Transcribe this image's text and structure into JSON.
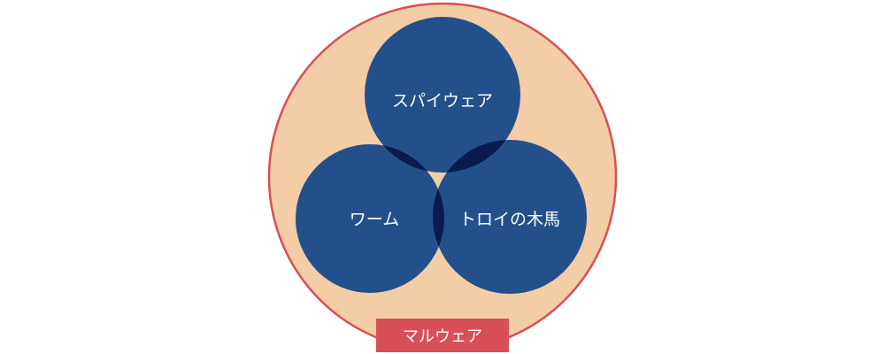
{
  "diagram": {
    "outer": {
      "label": "マルウェア",
      "fill": "#f2cda5",
      "stroke": "#d94f57",
      "label_bg": "#d94f57"
    },
    "sets": [
      {
        "id": "spyware",
        "label": "スパイウェア"
      },
      {
        "id": "worm",
        "label": "ワーム"
      },
      {
        "id": "trojan",
        "label": "トロイの木馬"
      }
    ],
    "colors": {
      "circle_fill": "#23508a",
      "overlap_fill": "#0a1b4f",
      "text": "#ffffff"
    }
  }
}
